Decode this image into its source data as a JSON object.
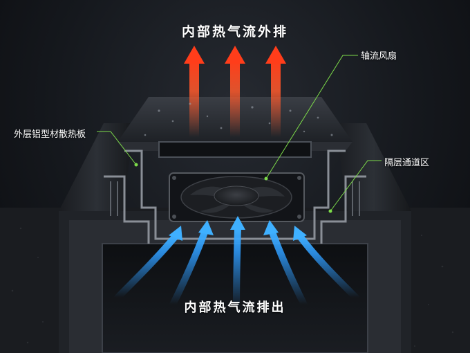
{
  "top_label": "内部热气流外排",
  "bottom_label": "内部热气流排出",
  "callouts": {
    "fan": "轴流风扇",
    "heatsink": "外层铝型材散热板",
    "channel": "隔层通道区"
  },
  "colors": {
    "hot_arrow": "#ff5a2c",
    "cool_arrow": "#2f9dff",
    "callout_line": "#7ddc4a",
    "metal_dark": "#24272c",
    "metal_light": "#8a8f97"
  }
}
